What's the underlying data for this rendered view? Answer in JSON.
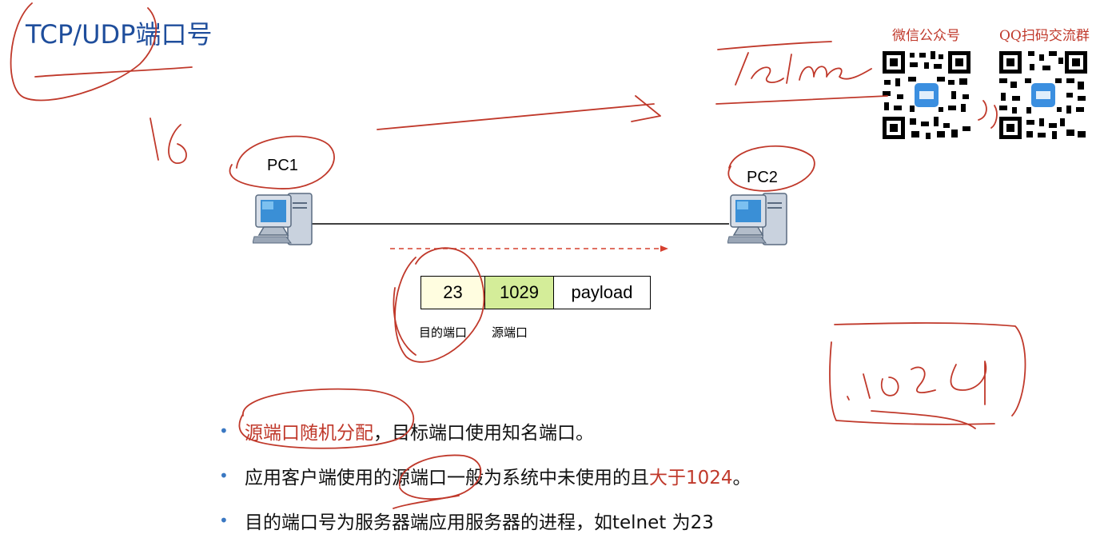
{
  "slide": {
    "title": "TCP/UDP端口号"
  },
  "qr_codes": [
    {
      "label": "微信公众号",
      "icon": "wechat-qr-code"
    },
    {
      "label": "QQ扫码交流群",
      "icon": "qq-qr-code"
    }
  ],
  "diagram": {
    "pc1_label": "PC1",
    "pc2_label": "PC2",
    "packet": {
      "dst_port": "23",
      "src_port": "1029",
      "payload": "payload",
      "dst_label": "目的端口",
      "src_label": "源端口"
    }
  },
  "bullets": [
    {
      "highlight": "源端口随机分配",
      "text": "，目标端口使用知名端口。"
    },
    {
      "text": "应用客户端使用的源端口一般为系统中未使用的且",
      "highlight": "大于1024",
      "suffix": "。"
    },
    {
      "text": "目的端口号为服务器端应用服务器的进程，如telnet 为23"
    }
  ],
  "colors": {
    "title": "#1f4e9c",
    "highlight": "#c0392b",
    "bullet": "#3a78c2",
    "ink": "#c0392b",
    "dst_port_bg": "#fffde0",
    "src_port_bg": "#d4ed99"
  }
}
